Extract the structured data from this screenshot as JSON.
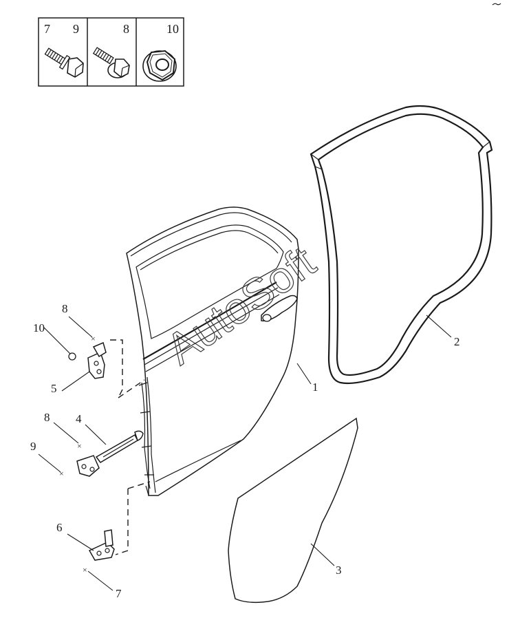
{
  "legend": {
    "cells": [
      {
        "labels": [
          "7",
          "9"
        ],
        "icon": "hex-bolt-icon"
      },
      {
        "labels": [
          "8"
        ],
        "icon": "flange-bolt-icon"
      },
      {
        "labels": [
          "10"
        ],
        "icon": "flange-nut-icon"
      }
    ]
  },
  "callouts": {
    "c1": "1",
    "c2": "2",
    "c3": "3",
    "c4": "4",
    "c5": "5",
    "c6": "6",
    "c7": "7",
    "c8a": "8",
    "c8b": "8",
    "c9": "9",
    "c10": "10"
  },
  "watermark": "AutoSoft",
  "colors": {
    "line": "#1a1a1a",
    "background": "#ffffff"
  }
}
